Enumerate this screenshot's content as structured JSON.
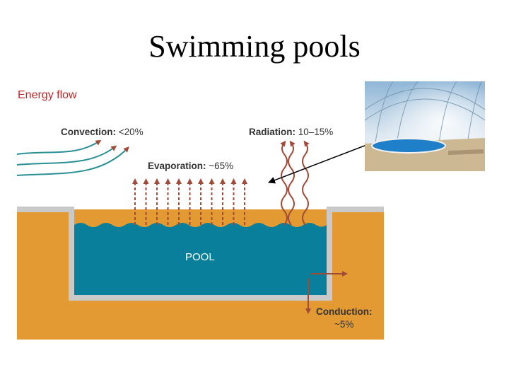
{
  "title": "Swimming pools",
  "diagram": {
    "heading": "Energy flow",
    "convection": {
      "name": "Convection:",
      "value": "<20%"
    },
    "radiation": {
      "name": "Radiation:",
      "value": "10–15%"
    },
    "evaporation": {
      "name": "Evaporation:",
      "value": "~65%"
    },
    "conduction": {
      "name": "Conduction:",
      "value": "~5%"
    },
    "pool_label": "POOL"
  },
  "colors": {
    "soil": "#e39a33",
    "concrete": "#c9c9c9",
    "water": "#0a7f9b",
    "arrow": "#a24a38",
    "heading": "#c0282a",
    "wind": "#2a8f94"
  },
  "photo": {
    "subject": "indoor pool under glass dome"
  }
}
